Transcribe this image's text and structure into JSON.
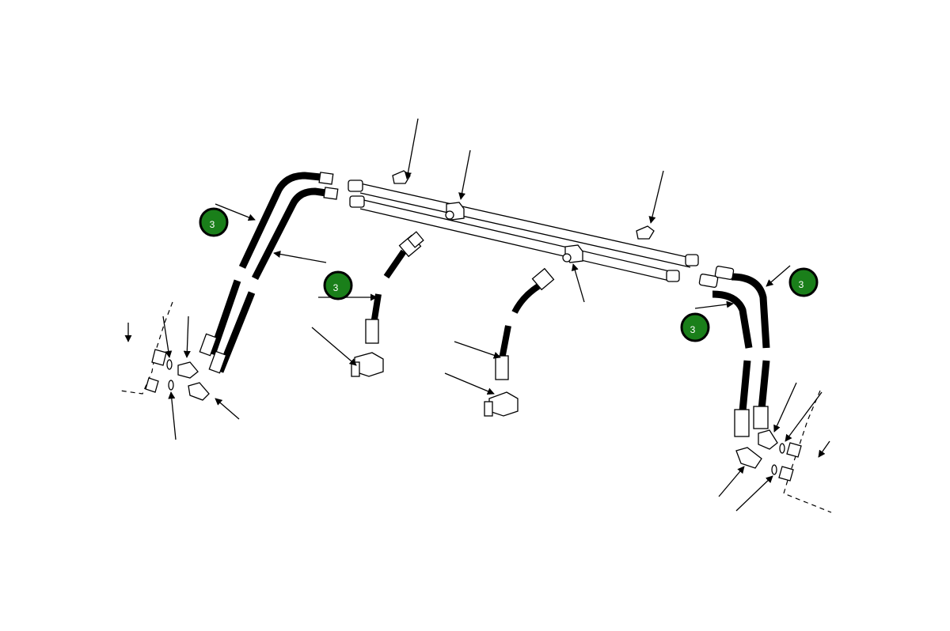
{
  "diagram": {
    "callouts": [
      {
        "id": "callout-left-upper",
        "label": "3",
        "fill": "#1a7f1a"
      },
      {
        "id": "callout-center",
        "label": "3",
        "fill": "#1a7f1a"
      },
      {
        "id": "callout-right-upper",
        "label": "3",
        "fill": "#1a7f1a"
      },
      {
        "id": "callout-right-lower",
        "label": "3",
        "fill": "#1a7f1a"
      }
    ]
  }
}
